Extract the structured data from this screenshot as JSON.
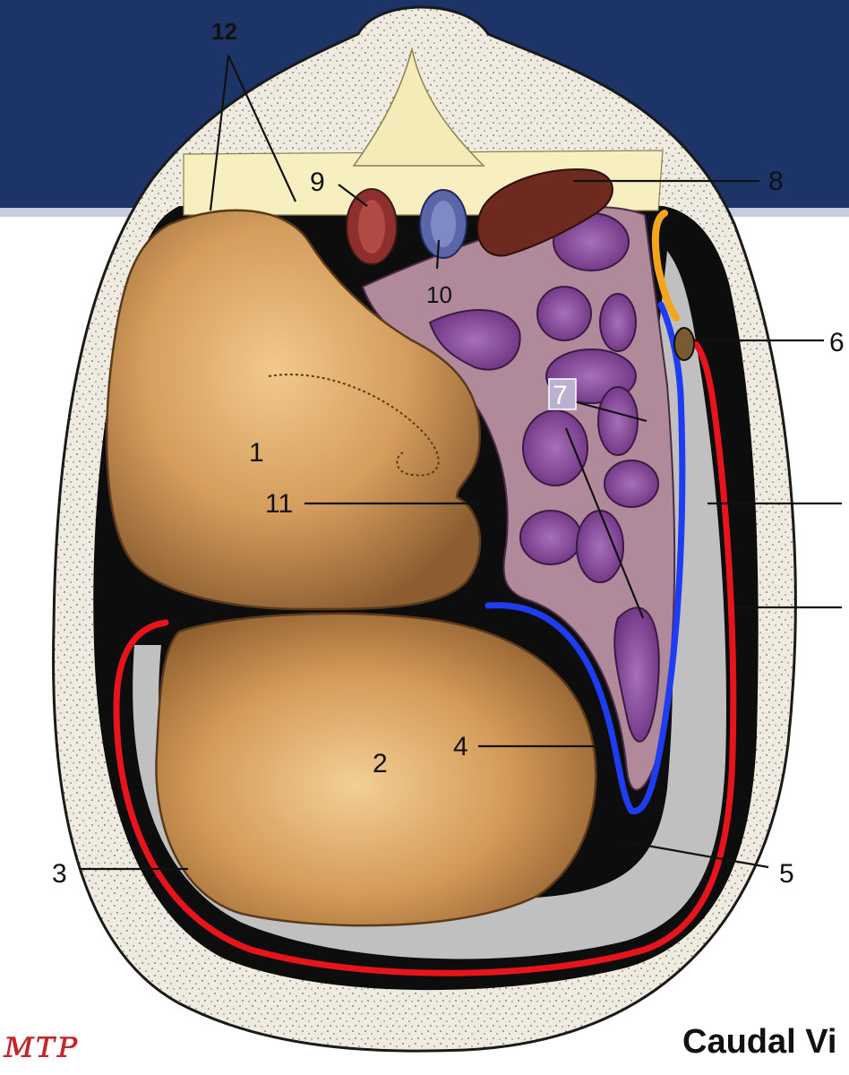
{
  "colors": {
    "banner": "#1d3468",
    "omasum_lamina_primary": "#9a6838",
    "omasum_lamina_secondary": "#f2c98b",
    "reticulum_lining": "#b08a9a",
    "reticular_cells": "#7a3f8c",
    "fat_outer": "#efe9d6",
    "vein": "#5a66a8",
    "artery": "#8e2f2e",
    "lymph_node": "#6e2a1e",
    "line_red": "#e8141b",
    "line_blue": "#1e3cf0",
    "line_yellow": "#f4a51c",
    "omentum_gray": "#c0c0c0"
  },
  "labels": {
    "l1": "1",
    "l2": "2",
    "l3": "3",
    "l4": "4",
    "l5": "5",
    "l6": "6",
    "l7": "7",
    "l8": "8",
    "l9": "9",
    "l10": "10",
    "l11": "11",
    "l12": "12"
  },
  "caption": "Caudal Vi",
  "logo_mark": "ᴍᴛᴘ"
}
